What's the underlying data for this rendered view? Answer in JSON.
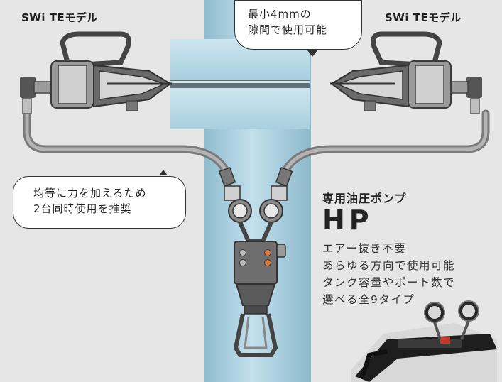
{
  "left_model_label": "SWi TEモデル",
  "right_model_label": "SWi TEモデル",
  "gap_callout": [
    "最小4mmの",
    "隙間で使用可能"
  ],
  "balance_callout": [
    "均等に力を加えるため",
    "2台同時使用を推奨"
  ],
  "pump": {
    "title": "専用油圧ポンプ",
    "name": "HP",
    "features": [
      "エアー抜き不要",
      "あらゆる方向で使用可能",
      "タンク容量やポート数で",
      "選べる全9タイプ"
    ]
  },
  "colors": {
    "background": "#e6e6e6",
    "pipe": "#a8ccdb",
    "flange": "#b6d7e4",
    "tool_dark": "#4a4a4a",
    "tool_light": "#c9c9c9",
    "hose": "#7d7d7d",
    "accent_orange": "#e07a3c"
  }
}
